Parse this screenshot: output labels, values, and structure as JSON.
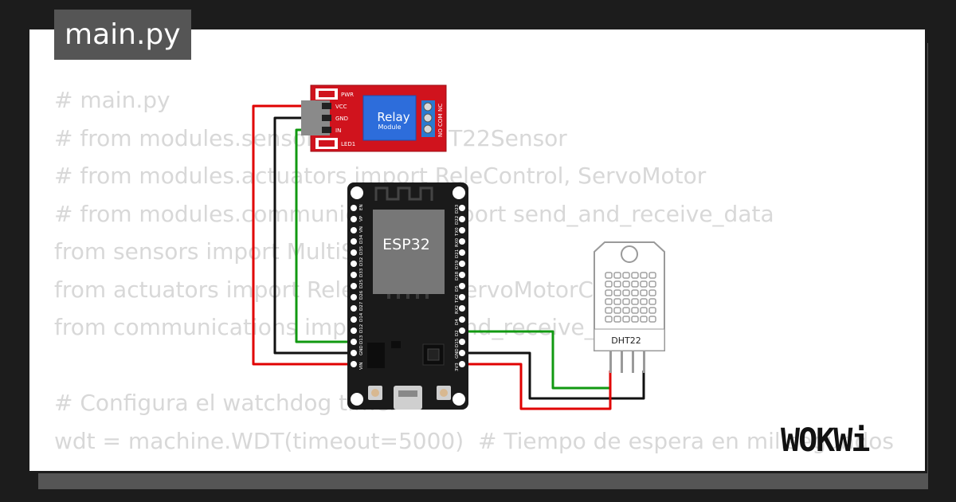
{
  "file_tab": {
    "title": "main.py"
  },
  "code_lines": [
    "# main.py",
    "# from modules.sensors import DHT22Sensor",
    "# from modules.actuators import ReleControl, ServoMotor",
    "# from modules.communications import send_and_receive_data",
    "from sensors import MultiSensor",
    "from actuators import ReleControl, ServoMotorControl",
    "from communications import send_and_receive_data",
    "",
    "# Configura el watchdog timer",
    "wdt = machine.WDT(timeout=5000)  # Tiempo de espera en milisegundos"
  ],
  "relay": {
    "title": "Relay",
    "subtitle": "Module",
    "pin_labels": [
      "VCC",
      "GND",
      "IN"
    ],
    "indicator_labels": [
      "PWR",
      "LED1"
    ],
    "terminal_labels": [
      "NO",
      "COM",
      "NC"
    ]
  },
  "esp32": {
    "label": "ESP32",
    "left_pins": [
      "EN",
      "VP",
      "VN",
      "D34",
      "D35",
      "D32",
      "D33",
      "D25",
      "D26",
      "D27",
      "D14",
      "D12",
      "D13",
      "GND",
      "VIN"
    ],
    "right_pins": [
      "D23",
      "D22",
      "TX0",
      "RX0",
      "D21",
      "D19",
      "D18",
      "D5",
      "TX2",
      "RX2",
      "D4",
      "D2",
      "D15",
      "GND",
      "3V3"
    ]
  },
  "dht22": {
    "label": "DHT22"
  },
  "brand": {
    "name": "WOKWi"
  },
  "colors": {
    "wire_red": "#e00000",
    "wire_black": "#111111",
    "wire_green": "#119911",
    "relay_board": "#d0131d",
    "relay_coil": "#2d6ddb",
    "terminal": "#2a7ad0",
    "esp32_board": "#1a1a1a",
    "esp32_chip": "#777777"
  },
  "icons": [
    "wokwi-logo",
    "usb-port-icon",
    "button-icon",
    "antenna-icon"
  ]
}
